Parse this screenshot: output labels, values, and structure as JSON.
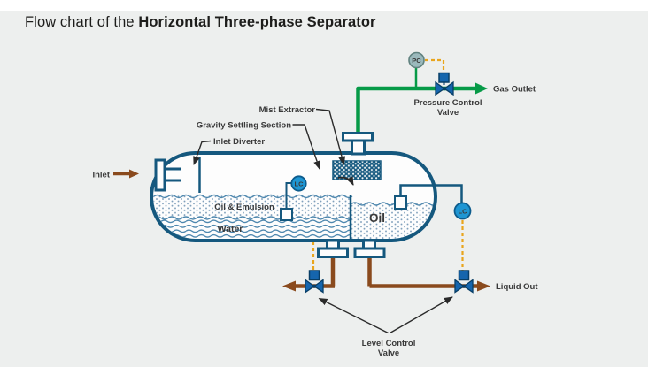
{
  "title": {
    "prefix": "Flow chart of the ",
    "emphasis": "Horizontal Three-phase Separator"
  },
  "diagram": {
    "labels": {
      "inlet": "Inlet",
      "gas_outlet": "Gas Outlet",
      "liquid_out": "Liquid Out",
      "mist_extractor": "Mist Extractor",
      "gravity_settling_section": "Gravity Settling Section",
      "inlet_diverter": "Inlet Diverter",
      "pressure_control_valve_line1": "Pressure Control",
      "pressure_control_valve_line2": "Valve",
      "level_control_valve_line1": "Level Control",
      "level_control_valve_line2": "Valve",
      "oil_emulsion": "Oil & Emulsion",
      "water": "Water",
      "oil": "Oil"
    },
    "instruments": {
      "pressure_controller": "PC",
      "level_controller_left": "LC",
      "level_controller_right": "LC"
    },
    "colors": {
      "background": "#edefee",
      "vessel_outline": "#15587e",
      "gas_line_green": "#069a47",
      "liquid_line_brown": "#8a4a1d",
      "signal_dashed_orange": "#e9a51d",
      "valve_blue": "#1565ad",
      "valve_outline": "#083e66",
      "lc_fill": "#1f96d3",
      "pc_fill": "#9bb9bc",
      "pc_text": "#0e6468",
      "label_text": "#3a3a3a"
    }
  }
}
